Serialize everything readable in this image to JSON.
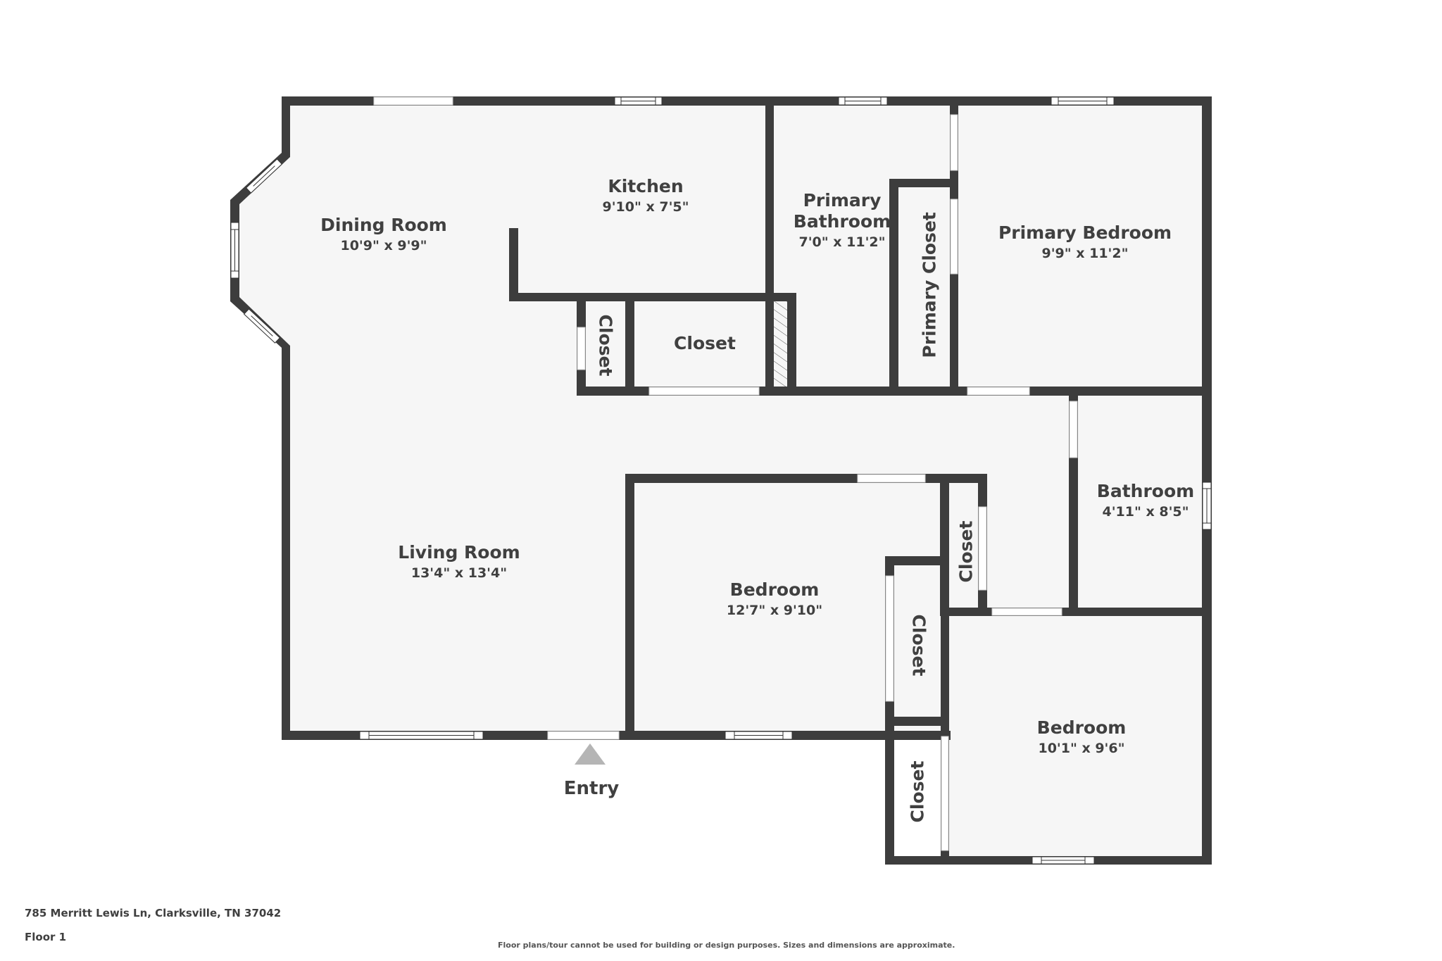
{
  "colors": {
    "wall": "#3d3d3d",
    "floor": "#f6f6f6",
    "background": "#ffffff",
    "opening": "#ffffff",
    "entry_marker": "#b5b5b5",
    "text": "#404040"
  },
  "rooms": {
    "dining_room": {
      "name": "Dining Room",
      "dimensions": "10'9\" x 9'9\""
    },
    "kitchen": {
      "name": "Kitchen",
      "dimensions": "9'10\" x 7'5\""
    },
    "primary_bathroom": {
      "name_line1": "Primary",
      "name_line2": "Bathroom",
      "dimensions": "7'0\" x 11'2\""
    },
    "primary_closet": {
      "name": "Primary Closet"
    },
    "primary_bedroom": {
      "name": "Primary Bedroom",
      "dimensions": "9'9\" x 11'2\""
    },
    "hall_closet_small": {
      "name": "Closet"
    },
    "hall_closet": {
      "name": "Closet"
    },
    "bathroom": {
      "name": "Bathroom",
      "dimensions": "4'11\" x 8'5\""
    },
    "living_room": {
      "name": "Living Room",
      "dimensions": "13'4\" x 13'4\""
    },
    "bedroom_1": {
      "name": "Bedroom",
      "dimensions": "12'7\" x 9'10\""
    },
    "bedroom_1_closet": {
      "name": "Closet"
    },
    "hall_closet_2": {
      "name": "Closet"
    },
    "bedroom_2": {
      "name": "Bedroom",
      "dimensions": "10'1\" x 9'6\""
    },
    "bedroom_2_closet": {
      "name": "Closet"
    }
  },
  "entry": {
    "label": "Entry",
    "icon": "triangle-up-icon"
  },
  "footer": {
    "address": "785 Merritt Lewis Ln, Clarksville, TN 37042",
    "floor": "Floor 1",
    "disclaimer": "Floor plans/tour cannot be used for building or design purposes. Sizes and dimensions are approximate."
  }
}
